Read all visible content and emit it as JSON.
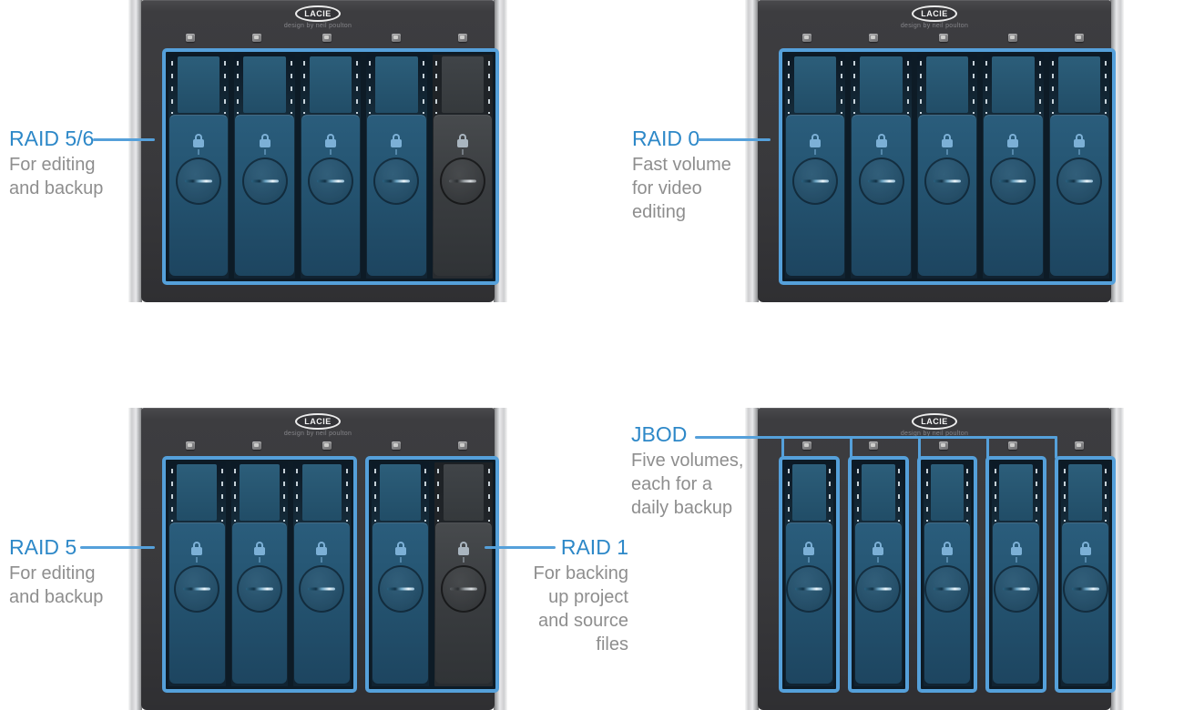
{
  "colors": {
    "background": "#ffffff",
    "highlight_outline_blue": "#55a0da",
    "label_title_blue": "#2d88c8",
    "label_desc_gray": "#8e8e8e",
    "panel_gray": "#39393c",
    "tray_blue": "#245370",
    "tray_dark_gray": "#3a3d40"
  },
  "device": {
    "brand": "LACIE",
    "tagline": "design by neil poulton",
    "bay_count": 5,
    "led_count": 5,
    "icons": [
      "led-indicator",
      "lock-icon",
      "knob-dial"
    ]
  },
  "devices": [
    {
      "id": "raid56",
      "position": "top-left",
      "groups": [
        [
          "blue",
          "blue",
          "blue",
          "blue",
          "dark"
        ]
      ]
    },
    {
      "id": "raid0",
      "position": "top-right",
      "groups": [
        [
          "blue",
          "blue",
          "blue",
          "blue",
          "blue"
        ]
      ]
    },
    {
      "id": "raid5-raid1",
      "position": "bottom-left",
      "groups": [
        [
          "blue",
          "blue",
          "blue"
        ],
        [
          "blue",
          "dark"
        ]
      ]
    },
    {
      "id": "jbod",
      "position": "bottom-right",
      "groups": [
        [
          "blue"
        ],
        [
          "blue"
        ],
        [
          "blue"
        ],
        [
          "blue"
        ],
        [
          "blue"
        ]
      ]
    }
  ],
  "annotations": {
    "raid56": {
      "title": "RAID 5/6",
      "desc": [
        "For editing",
        "and backup"
      ]
    },
    "raid0": {
      "title": "RAID 0",
      "desc": [
        "Fast volume",
        "for video",
        "editing"
      ]
    },
    "raid5": {
      "title": "RAID 5",
      "desc": [
        "For editing",
        "and backup"
      ]
    },
    "raid1": {
      "title": "RAID 1",
      "desc": [
        "For backing",
        "up project",
        "and source",
        "files"
      ]
    },
    "jbod": {
      "title": "JBOD",
      "desc": [
        "Five volumes,",
        "each for a",
        "daily backup"
      ]
    }
  }
}
